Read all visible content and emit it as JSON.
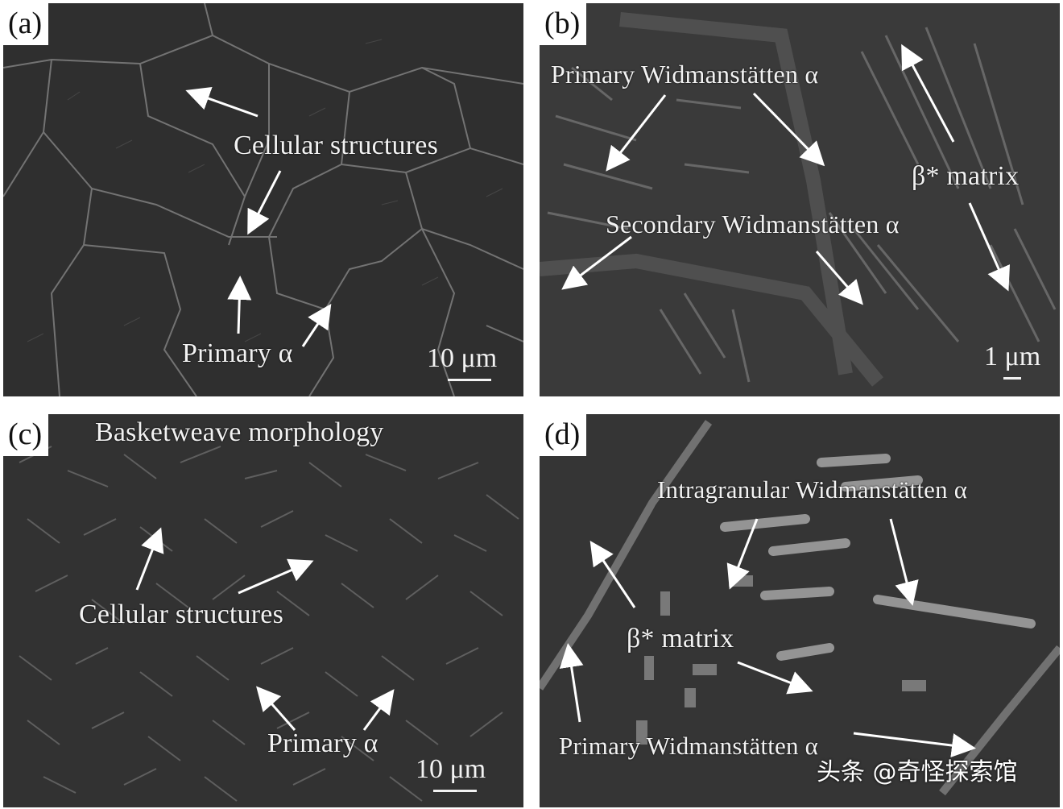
{
  "panels": {
    "a": {
      "tag": "(a)",
      "labels": {
        "cellular": "Cellular  structures",
        "primary": "Primary α"
      },
      "scale": "10 μm"
    },
    "b": {
      "tag": "(b)",
      "labels": {
        "primary_wid": "Primary Widmanstätten α",
        "beta": "β* matrix",
        "secondary_wid": "Secondary Widmanstätten α"
      },
      "scale": "1 μm"
    },
    "c": {
      "tag": "(c)",
      "labels": {
        "basket": "Basketweave morphology",
        "cellular": "Cellular  structures",
        "primary": "Primary α"
      },
      "scale": "10 μm"
    },
    "d": {
      "tag": "(d)",
      "labels": {
        "intra": "Intragranular Widmanstätten α",
        "beta": "β* matrix",
        "primary_wid": "Primary Widmanstätten α"
      }
    }
  },
  "watermark": "头条 @奇怪探索馆"
}
